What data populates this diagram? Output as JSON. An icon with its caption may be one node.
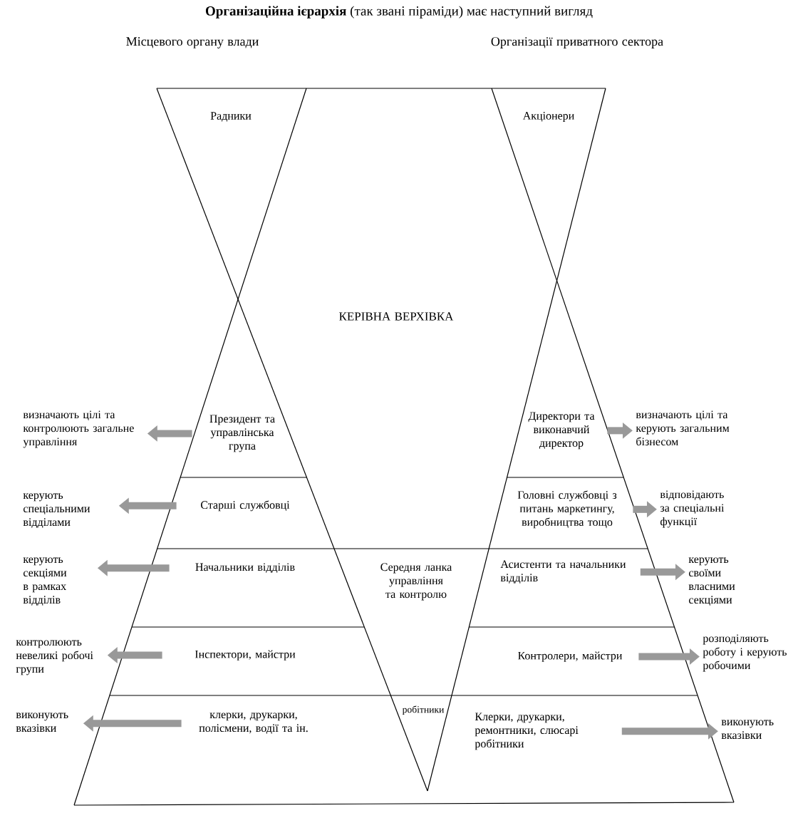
{
  "diagram": {
    "title": "**Організаційна ієрархія** (так звані піраміди) має наступний вигляд",
    "nodes": [
      {
        "text": [
          "Президент та управлінська група"
        ]
      },
      {
        "text": [
          "визначають цілі та контролюють загальне управління"
        ]
      },
      {
        "text": [
          "Старші службовці"
        ]
      },
      {
        "text": [
          "керують спеціальними відділами"
        ]
      },
      {
        "text": [
          "Начальники відділів"
        ]
      },
      {
        "text": [
          "керують секціями в рамках відділів"
        ]
      },
      {
        "text": [
          "Інспектори, майстри"
        ]
      },
      {
        "text": [
          "контролюють невеликі робочі групи"
        ]
      },
      {
        "text": [
          "клерки, друкарки, полісмени, водії та ін."
        ]
      },
      {
        "text": [
          "виконують вказівки"
        ]
      },
      {
        "text": [
          "Директори та виконавчий директор"
        ]
      },
      {
        "text": [
          "визначають цілі та керують загальним бізнесом"
        ]
      },
      {
        "text": [
          "Головні службовці з питань маркетингу, виробництва тощо"
        ]
      },
      {
        "text": [
          "відповідають за спеціальні функції"
        ]
      },
      {
        "text": [
          "Асистенти та начальники відділів"
        ]
      },
      {
        "text": [
          "керують своїми власними секціями"
        ]
      },
      {
        "text": [
          "Контролери, майстри"
        ]
      },
      {
        "text": [
          "розподіляють роботу і керують робочими"
        ]
      },
      {
        "text": [
          "Клерки, друкарки, ремонтники, слюсарі робітники"
        ]
      },
      {
        "text": [
          "виконують вказівки"
        ]
      }
    ],
    "edges": [
      {
        "from": 0,
        "to": 1,
        "arrow": "to"
      },
      {
        "from": 2,
        "to": 3,
        "arrow": "to"
      },
      {
        "from": 4,
        "to": 5,
        "arrow": "to"
      },
      {
        "from": 6,
        "to": 7,
        "arrow": "to"
      },
      {
        "from": 8,
        "to": 9,
        "arrow": "to"
      },
      {
        "from": 10,
        "to": 11,
        "arrow": "to"
      },
      {
        "from": 12,
        "to": 13,
        "arrow": "to"
      },
      {
        "from": 14,
        "to": 15,
        "arrow": "to"
      },
      {
        "from": 16,
        "to": 17,
        "arrow": "to"
      },
      {
        "from": 18,
        "to": 19,
        "arrow": "to"
      }
    ],
    "labels": [
      "Місцевого органу влади",
      "Організації приватного сектора",
      "Радники",
      "Акціонери",
      "КЕРІВНА ВЕРХІВКА",
      "Середня ланка управління та контролю",
      "робітники"
    ]
  }
}
